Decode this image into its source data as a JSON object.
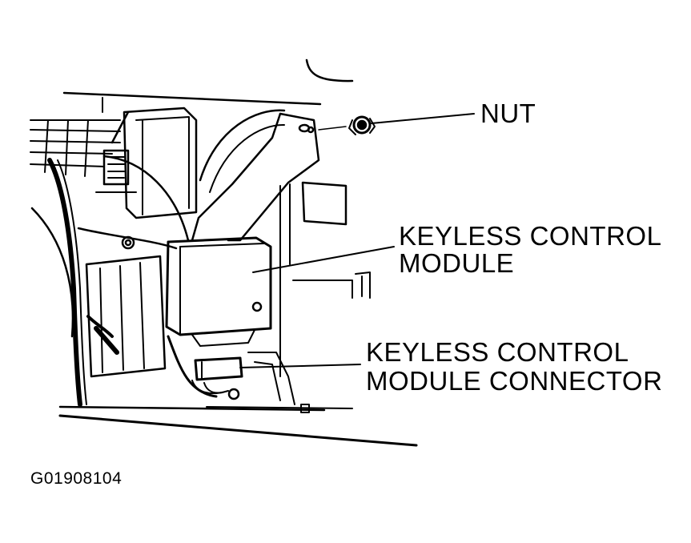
{
  "labels": {
    "nut": "NUT",
    "module_line1": "KEYLESS CONTROL",
    "module_line2": "MODULE",
    "connector_line1": "KEYLESS CONTROL",
    "connector_line2": "MODULE CONNECTOR"
  },
  "figure_id": "G01908104",
  "colors": {
    "ink": "#000000",
    "background": "#ffffff"
  }
}
